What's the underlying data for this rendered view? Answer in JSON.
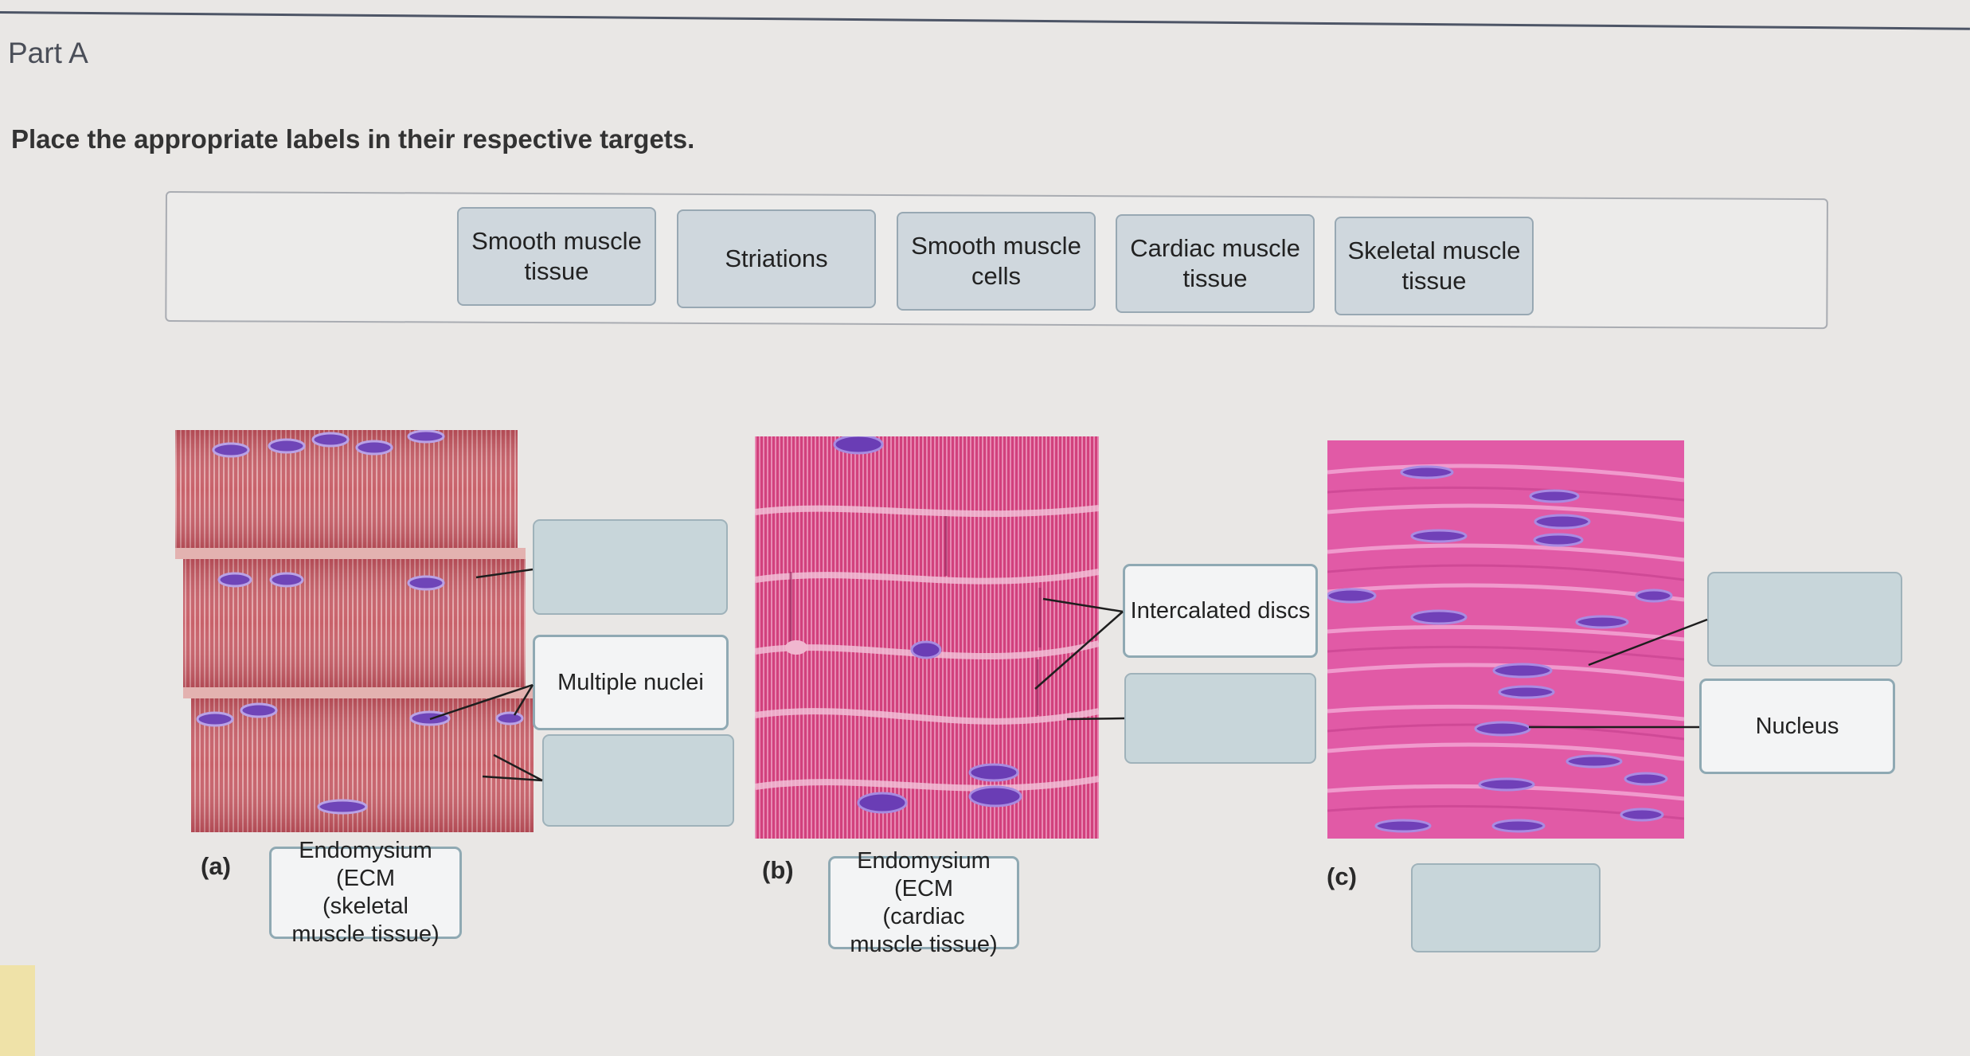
{
  "header": {
    "part_title": "Part A",
    "instructions": "Place the appropriate labels in their respective targets."
  },
  "label_bank": {
    "chips": [
      {
        "line1": "Smooth muscle",
        "line2": "tissue"
      },
      {
        "line1": "Striations",
        "line2": ""
      },
      {
        "line1": "Smooth muscle",
        "line2": "cells"
      },
      {
        "line1": "Cardiac muscle",
        "line2": "tissue"
      },
      {
        "line1": "Skeletal muscle",
        "line2": "tissue"
      }
    ]
  },
  "panels": {
    "a": {
      "letter": "(a)",
      "placed_labels": {
        "multiple_nuclei": "Multiple nuclei",
        "endomysium": {
          "line1": "Endomysium (ECM",
          "line2": "(skeletal",
          "line3": "muscle tissue)"
        }
      }
    },
    "b": {
      "letter": "(b)",
      "placed_labels": {
        "intercalated_discs": "Intercalated discs",
        "endomysium": {
          "line1": "Endomysium (ECM",
          "line2": "(cardiac",
          "line3": "muscle tissue)"
        }
      }
    },
    "c": {
      "letter": "(c)",
      "placed_labels": {
        "nucleus": "Nucleus"
      }
    }
  },
  "colors": {
    "background": "#e9e7e5",
    "chip_fill": "#cfd7dd",
    "target_fill": "#c8d6da",
    "skeletal_tissue": "#c2555f",
    "cardiac_tissue": "#d4427e",
    "smooth_tissue": "#e059a5",
    "nucleus": "#7343b8"
  }
}
